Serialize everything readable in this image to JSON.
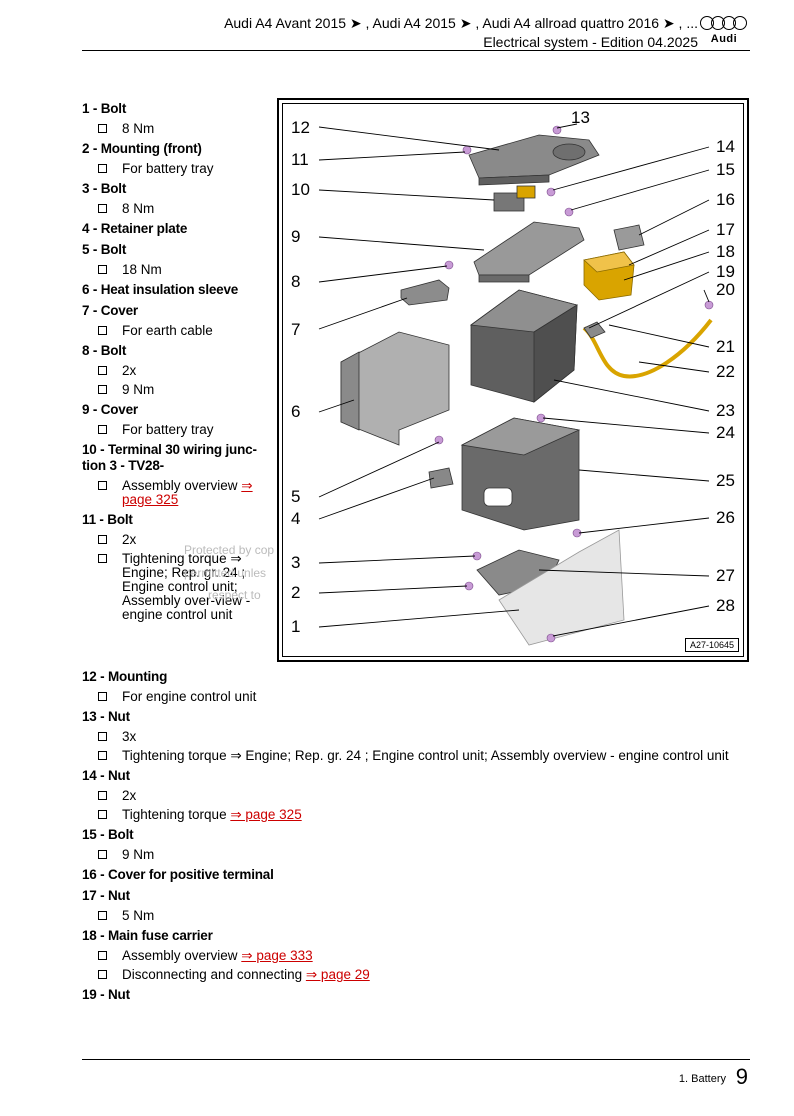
{
  "header": {
    "line1": "Audi A4 Avant 2015 ➤ , Audi A4 2015 ➤ , Audi A4 allroad quattro 2016 ➤ , ...",
    "line2": "Electrical system - Edition 04.2025",
    "logo_text": "Audi"
  },
  "items_left": [
    {
      "title": "1 - Bolt",
      "subs": [
        {
          "text": "8 Nm"
        }
      ]
    },
    {
      "title": "2 - Mounting (front)",
      "subs": [
        {
          "text": "For battery tray"
        }
      ]
    },
    {
      "title": "3 - Bolt",
      "subs": [
        {
          "text": "8 Nm"
        }
      ]
    },
    {
      "title": "4 - Retainer plate",
      "subs": []
    },
    {
      "title": "5 - Bolt",
      "subs": [
        {
          "text": "18 Nm"
        }
      ]
    },
    {
      "title": "6 - Heat insulation sleeve",
      "subs": []
    },
    {
      "title": "7 - Cover",
      "subs": [
        {
          "text": "For earth cable"
        }
      ]
    },
    {
      "title": "8 - Bolt",
      "subs": [
        {
          "text": "2x"
        },
        {
          "text": "9 Nm"
        }
      ]
    },
    {
      "title": "9 - Cover",
      "subs": [
        {
          "text": "For battery tray"
        }
      ]
    },
    {
      "title": "10 - Terminal 30 wiring junc-tion 3 - TV28-",
      "subs": [
        {
          "text": "Assembly overview ",
          "link": "⇒ page 325"
        }
      ]
    },
    {
      "title": "11 - Bolt",
      "subs": [
        {
          "text": "2x"
        },
        {
          "text": "Tightening torque ⇒ Engine; Rep. gr. 24 ; Engine control unit; Assembly over-view - engine control unit"
        }
      ]
    }
  ],
  "items_wide": [
    {
      "title": "12 - Mounting",
      "subs": [
        {
          "text": "For engine control unit"
        }
      ]
    },
    {
      "title": "13 - Nut",
      "subs": [
        {
          "text": "3x"
        },
        {
          "text": "Tightening torque ⇒  Engine; Rep. gr.  24 ; Engine control unit; Assembly overview - engine control unit"
        }
      ]
    },
    {
      "title": "14 - Nut",
      "subs": [
        {
          "text": "2x"
        },
        {
          "text": "Tightening torque ",
          "link": "⇒ page 325"
        }
      ]
    },
    {
      "title": "15 - Bolt",
      "subs": [
        {
          "text": "9 Nm"
        }
      ]
    },
    {
      "title": "16 - Cover for positive terminal",
      "subs": []
    },
    {
      "title": "17 - Nut",
      "subs": [
        {
          "text": "5 Nm"
        }
      ]
    },
    {
      "title": "18 - Main fuse carrier",
      "subs": [
        {
          "text": "Assembly overview ",
          "link": "⇒ page 333"
        },
        {
          "text": "Disconnecting and connecting ",
          "link": "⇒ page 29"
        }
      ]
    },
    {
      "title": "19 - Nut",
      "subs": []
    }
  ],
  "figure": {
    "ref": "A27-10645",
    "left_callouts": [
      "12",
      "11",
      "10",
      "9",
      "8",
      "7",
      "6",
      "5",
      "4",
      "3",
      "2",
      "1"
    ],
    "right_callouts": [
      "13",
      "14",
      "15",
      "16",
      "17",
      "18",
      "19",
      "20",
      "21",
      "22",
      "23",
      "24",
      "25",
      "26",
      "27",
      "28"
    ]
  },
  "watermark": {
    "line1": "Protected by cop",
    "line2": "permitted unles",
    "line3": "respect to"
  },
  "footer": {
    "label": "1. Battery",
    "page": "9"
  },
  "colors": {
    "link": "#cc0000",
    "fuse_carrier": "#d9a400",
    "bolt": "#c89bd6",
    "part": "#8a8a8a"
  }
}
